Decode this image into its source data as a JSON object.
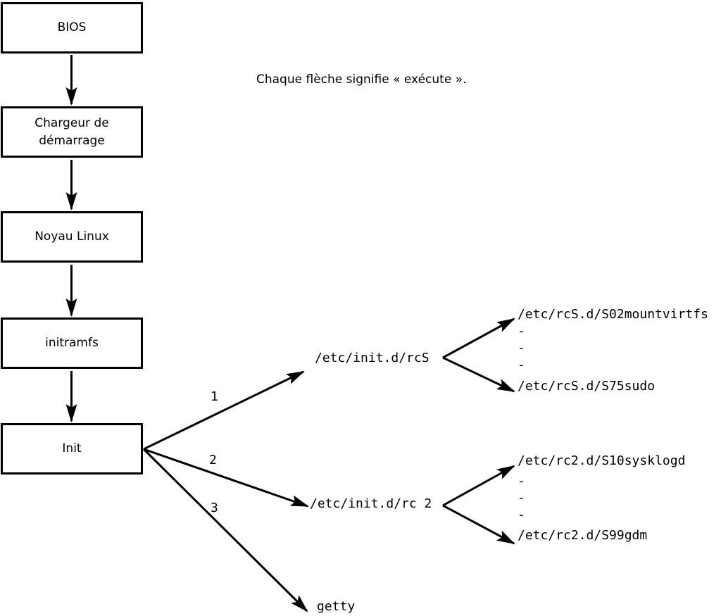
{
  "diagram": {
    "caption": "Chaque flèche signifie « exécute ».",
    "boot_chain": [
      {
        "label": "BIOS"
      },
      {
        "label": "Chargeur de démarrage"
      },
      {
        "label": "Noyau Linux"
      },
      {
        "label": "initramfs"
      },
      {
        "label": "Init"
      }
    ],
    "branches": [
      {
        "number": "1",
        "target": "/etc/init.d/rcS"
      },
      {
        "number": "2",
        "target": "/etc/init.d/rc 2"
      },
      {
        "number": "3",
        "target": "getty"
      }
    ],
    "rcS_children": {
      "first": "/etc/rcS.d/S02mountvirtfs",
      "dash1": "-",
      "dash2": "-",
      "dash3": "-",
      "last": "/etc/rcS.d/S75sudo"
    },
    "rc2_children": {
      "first": "/etc/rc2.d/S10sysklogd",
      "dash1": "-",
      "dash2": "-",
      "dash3": "-",
      "last": "/etc/rc2.d/S99gdm"
    },
    "colors": {
      "line": "#000000",
      "background": "#ffffff"
    }
  }
}
